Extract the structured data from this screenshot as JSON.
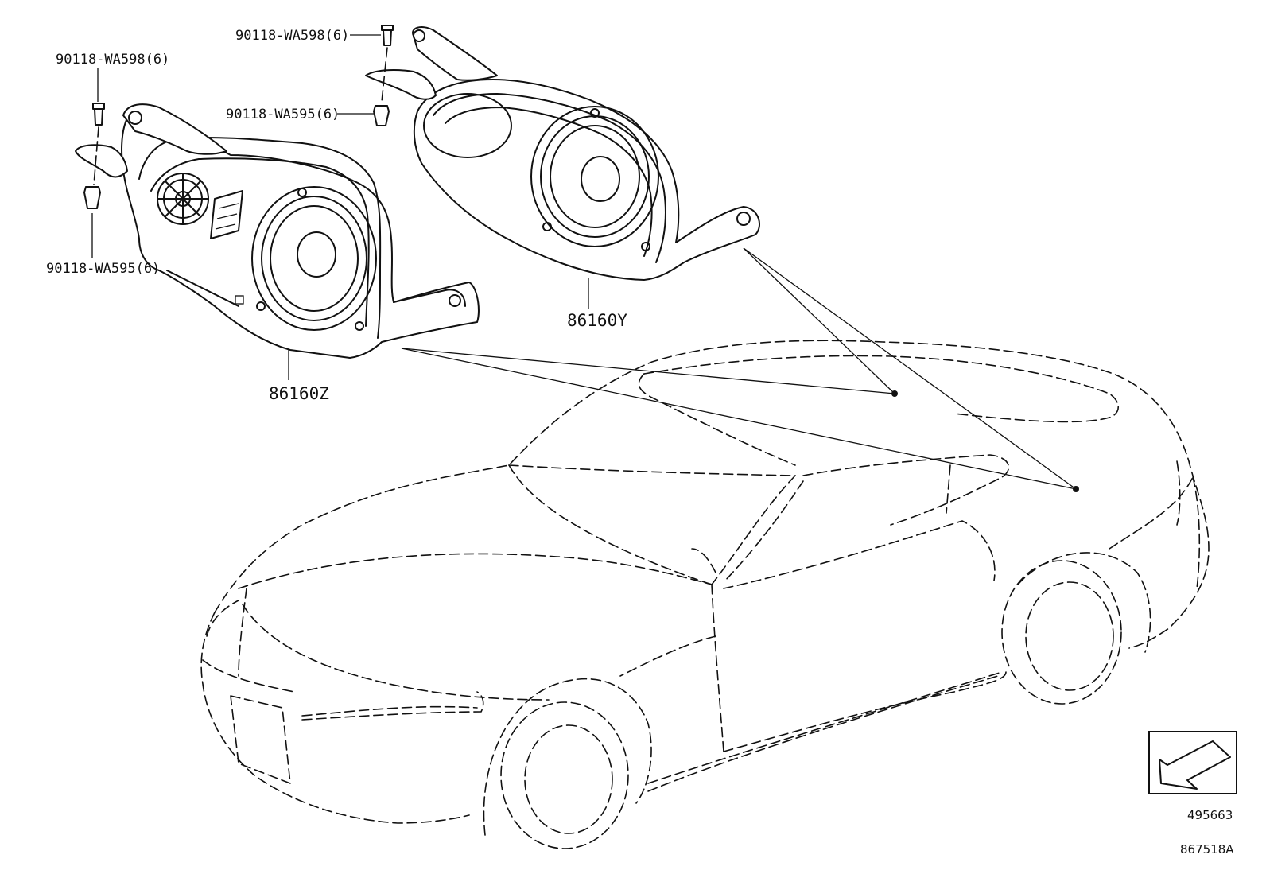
{
  "labels": {
    "left_clip_upper": "90118-WA598(6)",
    "left_clip_lower": "90118-WA595(6)",
    "right_clip_upper": "90118-WA598(6)",
    "right_clip_lower": "90118-WA595(6)",
    "left_speaker_part": "86160Z",
    "right_speaker_part": "86160Y"
  },
  "view_indicator": {
    "code": "495663"
  },
  "illustration_code": "867518A",
  "icons": {
    "view_direction": "arrow-down-left-icon"
  }
}
